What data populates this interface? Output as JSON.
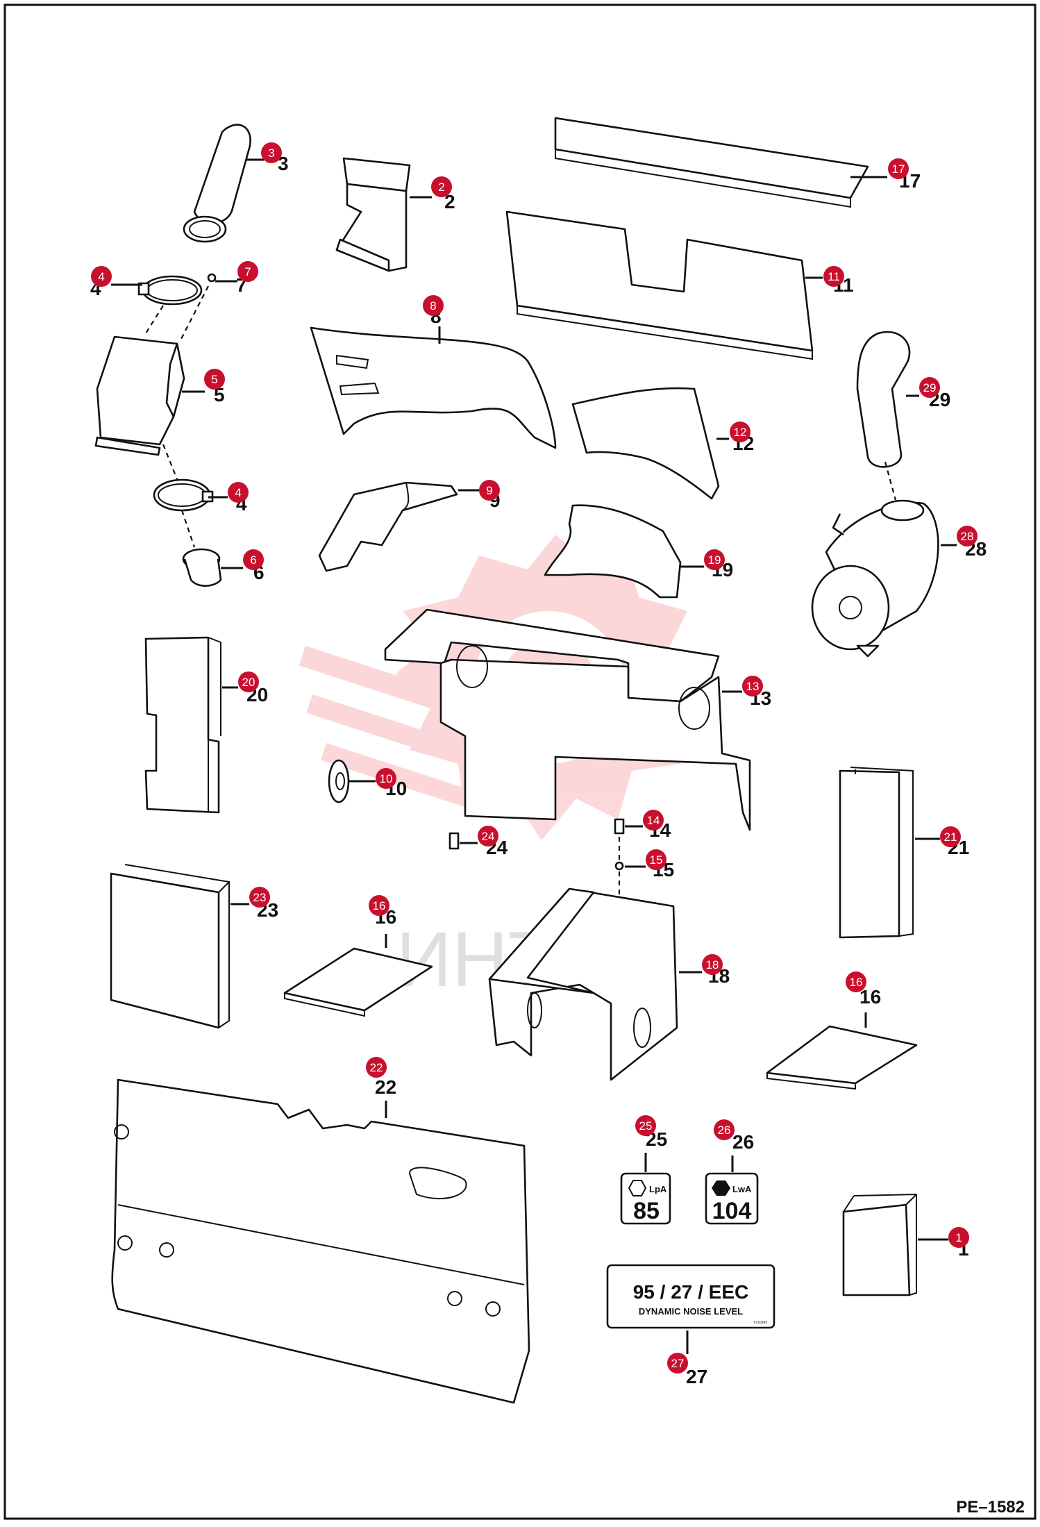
{
  "drawing_code": "PE–1582",
  "watermark_text": "ИНТЕХ",
  "accent_color": "#c8102e",
  "parts": [
    {
      "id": "p3",
      "bubble": "3",
      "number": "3",
      "name": "tailpipe"
    },
    {
      "id": "p2",
      "bubble": "2",
      "number": "2",
      "name": "bracket"
    },
    {
      "id": "p17",
      "bubble": "17",
      "number": "17",
      "name": "foam-strip"
    },
    {
      "id": "p11",
      "bubble": "11",
      "number": "11",
      "name": "foam-panel"
    },
    {
      "id": "p4a",
      "bubble": "4",
      "number": "4",
      "name": "hose-clamp"
    },
    {
      "id": "p7",
      "bubble": "7",
      "number": "7",
      "name": "screw"
    },
    {
      "id": "p8",
      "bubble": "8",
      "number": "8",
      "name": "side-shield"
    },
    {
      "id": "p5",
      "bubble": "5",
      "number": "5",
      "name": "housing"
    },
    {
      "id": "p29",
      "bubble": "29",
      "number": "29",
      "name": "exhaust-pipe"
    },
    {
      "id": "p12",
      "bubble": "12",
      "number": "12",
      "name": "foam-pad"
    },
    {
      "id": "p9",
      "bubble": "9",
      "number": "9",
      "name": "deflector"
    },
    {
      "id": "p4b",
      "bubble": "4",
      "number": "4",
      "name": "hose-clamp"
    },
    {
      "id": "p28",
      "bubble": "28",
      "number": "28",
      "name": "muffler"
    },
    {
      "id": "p6",
      "bubble": "6",
      "number": "6",
      "name": "coupler"
    },
    {
      "id": "p19",
      "bubble": "19",
      "number": "19",
      "name": "foam-deflector"
    },
    {
      "id": "p20",
      "bubble": "20",
      "number": "20",
      "name": "foam-block"
    },
    {
      "id": "p13",
      "bubble": "13",
      "number": "13",
      "name": "baffle-plate"
    },
    {
      "id": "p10",
      "bubble": "10",
      "number": "10",
      "name": "grommet"
    },
    {
      "id": "p14",
      "bubble": "14",
      "number": "14",
      "name": "bolt"
    },
    {
      "id": "p24",
      "bubble": "24",
      "number": "24",
      "name": "bolt"
    },
    {
      "id": "p15",
      "bubble": "15",
      "number": "15",
      "name": "washer"
    },
    {
      "id": "p21",
      "bubble": "21",
      "number": "21",
      "name": "foam-block"
    },
    {
      "id": "p23",
      "bubble": "23",
      "number": "23",
      "name": "foam-block"
    },
    {
      "id": "p16a",
      "bubble": "16",
      "number": "16",
      "name": "foam-sheet"
    },
    {
      "id": "p18",
      "bubble": "18",
      "number": "18",
      "name": "cover"
    },
    {
      "id": "p16b",
      "bubble": "16",
      "number": "16",
      "name": "foam-sheet"
    },
    {
      "id": "p22",
      "bubble": "22",
      "number": "22",
      "name": "rear-panel"
    },
    {
      "id": "p25",
      "bubble": "25",
      "number": "25",
      "name": "decal"
    },
    {
      "id": "p26",
      "bubble": "26",
      "number": "26",
      "name": "decal"
    },
    {
      "id": "p1",
      "bubble": "1",
      "number": "1",
      "name": "foam-block"
    },
    {
      "id": "p27",
      "bubble": "27",
      "number": "27",
      "name": "decal"
    }
  ],
  "decals": {
    "lpa": {
      "unit": "LpA",
      "value": "85"
    },
    "lwa": {
      "unit": "LwA",
      "value": "104"
    },
    "eec": {
      "line1": "95 / 27 / EEC",
      "line2": "DYNAMIC NOISE LEVEL",
      "code": "6710243"
    }
  }
}
